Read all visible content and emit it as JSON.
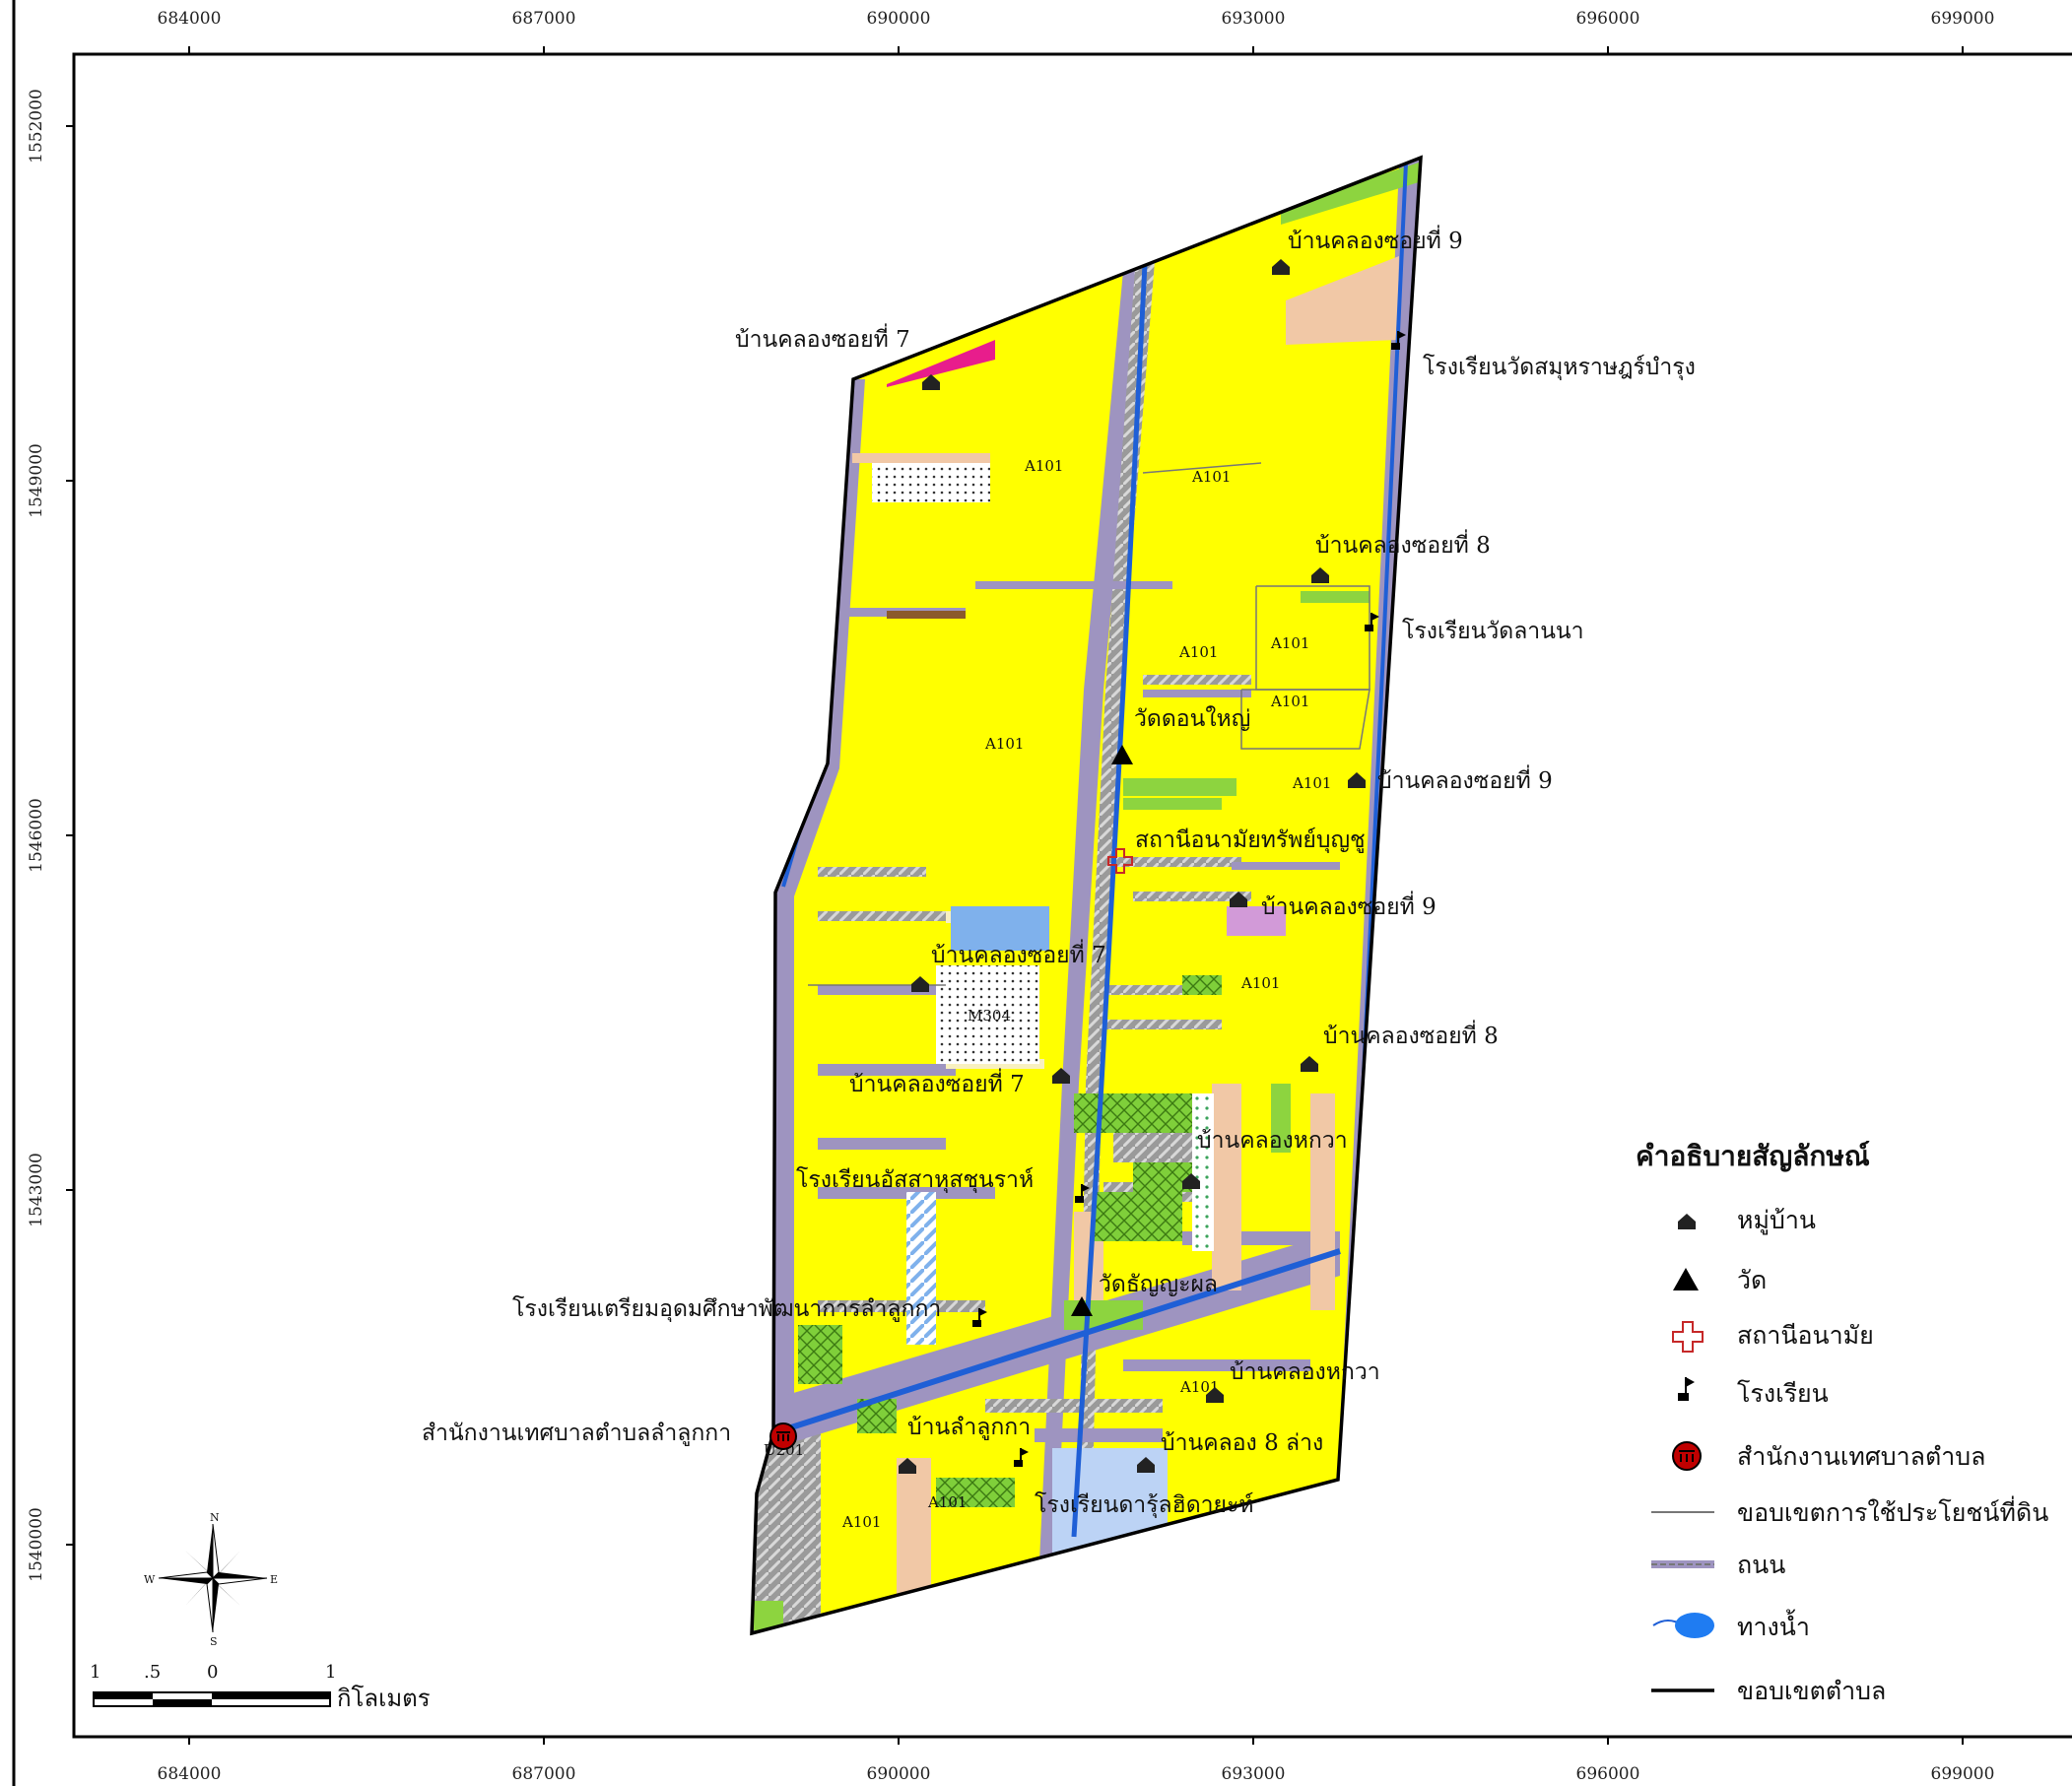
{
  "coords": {
    "x_ticks": [
      "684000",
      "687000",
      "690000",
      "693000",
      "696000",
      "699000"
    ],
    "y_ticks": [
      "1552000",
      "1549000",
      "1546000",
      "1543000",
      "1540000"
    ]
  },
  "zone_codes": {
    "a101": "A101",
    "m304": "M304",
    "u201": "U201"
  },
  "place_labels": [
    "บ้านคลองซอยที่ 9",
    "บ้านคลองซอยที่ 7",
    "โรงเรียนวัดสมุหราษฎร์บำรุง",
    "บ้านคลองซอยที่ 8",
    "โรงเรียนวัดลานนา",
    "วัดดอนใหญ่",
    "บ้านคลองซอยที่ 9",
    "สถานีอนามัยทรัพย์บุญชู",
    "บ้านคลองซอยที่ 9",
    "บ้านคลองซอยที่ 7",
    "บ้านคลองซอยที่ 8",
    "บ้านคลองซอยที่ 7",
    "บ้านคลองหกวา",
    "โรงเรียนอัสสาหุสชุนราห์",
    "วัดธัญญะผล",
    "โรงเรียนเตรียมอุดมศึกษาพัฒนาการลำลูกกา",
    "บ้านคลองหกวา",
    "สำนักงานเทศบาลตำบลลำลูกกา",
    "บ้านลำลูกกา",
    "บ้านคลอง 8 ล่าง",
    "โรงเรียนดารุ้ลฮิดายะห์"
  ],
  "legend": {
    "title": "คำอธิบายสัญลักษณ์",
    "items": [
      {
        "label": "หมู่บ้าน",
        "icon": "village-icon"
      },
      {
        "label": "วัด",
        "icon": "temple-icon"
      },
      {
        "label": "สถานีอนามัย",
        "icon": "health-station-icon"
      },
      {
        "label": "โรงเรียน",
        "icon": "school-flag-icon"
      },
      {
        "label": "สำนักงานเทศบาลตำบล",
        "icon": "municipal-office-icon"
      },
      {
        "label": "ขอบเขตการใช้ประโยชน์ที่ดิน",
        "icon": "landuse-boundary-line"
      },
      {
        "label": "ถนน",
        "icon": "road-line"
      },
      {
        "label": "ทางน้ำ",
        "icon": "waterway-icon"
      },
      {
        "label": "ขอบเขตตำบล",
        "icon": "subdistrict-boundary-line"
      }
    ]
  },
  "scale_bar": {
    "ticks": [
      "1",
      ".5",
      "0",
      "1"
    ],
    "unit": "กิโลเมตร"
  },
  "north_arrow": {
    "n": "N",
    "s": "S",
    "e": "E",
    "w": "W"
  },
  "colors": {
    "agriculture": "#ffff00",
    "road": "#9e94c0",
    "water": "#1f5fd6",
    "pond": "#7fb1ec",
    "orchard": "#8dd43f",
    "residential_tan": "#f1c8a6",
    "urban_pink": "#e81d8c",
    "hatched": "#9a9a9a"
  }
}
